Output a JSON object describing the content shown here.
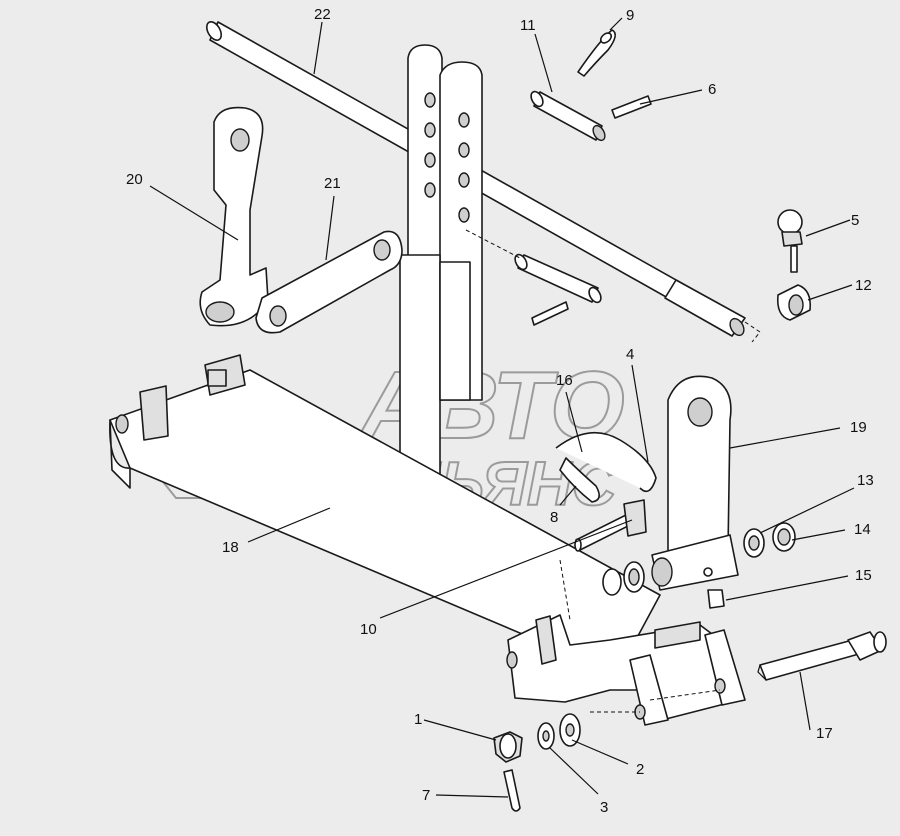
{
  "callouts": [
    {
      "id": "1",
      "label": "1"
    },
    {
      "id": "2",
      "label": "2"
    },
    {
      "id": "3",
      "label": "3"
    },
    {
      "id": "4",
      "label": "4"
    },
    {
      "id": "5",
      "label": "5"
    },
    {
      "id": "6",
      "label": "6"
    },
    {
      "id": "7",
      "label": "7"
    },
    {
      "id": "8",
      "label": "8"
    },
    {
      "id": "9",
      "label": "9"
    },
    {
      "id": "10",
      "label": "10"
    },
    {
      "id": "11",
      "label": "11"
    },
    {
      "id": "12",
      "label": "12"
    },
    {
      "id": "13",
      "label": "13"
    },
    {
      "id": "14",
      "label": "14"
    },
    {
      "id": "15",
      "label": "15"
    },
    {
      "id": "16",
      "label": "16"
    },
    {
      "id": "17",
      "label": "17"
    },
    {
      "id": "18",
      "label": "18"
    },
    {
      "id": "19",
      "label": "19"
    },
    {
      "id": "20",
      "label": "20"
    },
    {
      "id": "21",
      "label": "21"
    },
    {
      "id": "22",
      "label": "22"
    }
  ],
  "watermark": {
    "line1": "АВТО",
    "line2": "АЛЬЯНС"
  }
}
